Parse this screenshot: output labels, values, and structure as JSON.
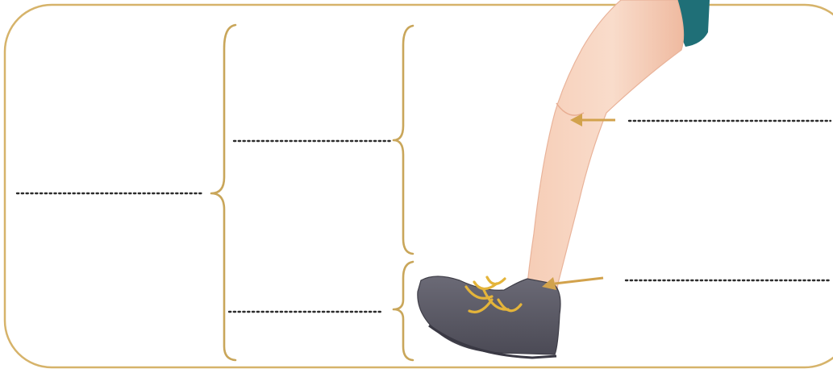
{
  "colors": {
    "frame": "#d6b36a",
    "brace": "#c9a65a",
    "arrow": "#d2a24c",
    "skin": "#f3c7ad",
    "shorts": "#1f6f77",
    "shoe": "#5b5a66",
    "laces": "#e4b43a",
    "blank_line": "#2c2c2c"
  },
  "blanks": [
    {
      "id": "blank-whole-leg",
      "value": ""
    },
    {
      "id": "blank-upper-group",
      "value": ""
    },
    {
      "id": "blank-foot-group",
      "value": ""
    },
    {
      "id": "blank-knee",
      "value": ""
    },
    {
      "id": "blank-ankle",
      "value": ""
    }
  ],
  "icons": {
    "leg": "leg-illustration",
    "shoe": "sneaker-illustration",
    "arrow": "left-arrow-icon"
  }
}
